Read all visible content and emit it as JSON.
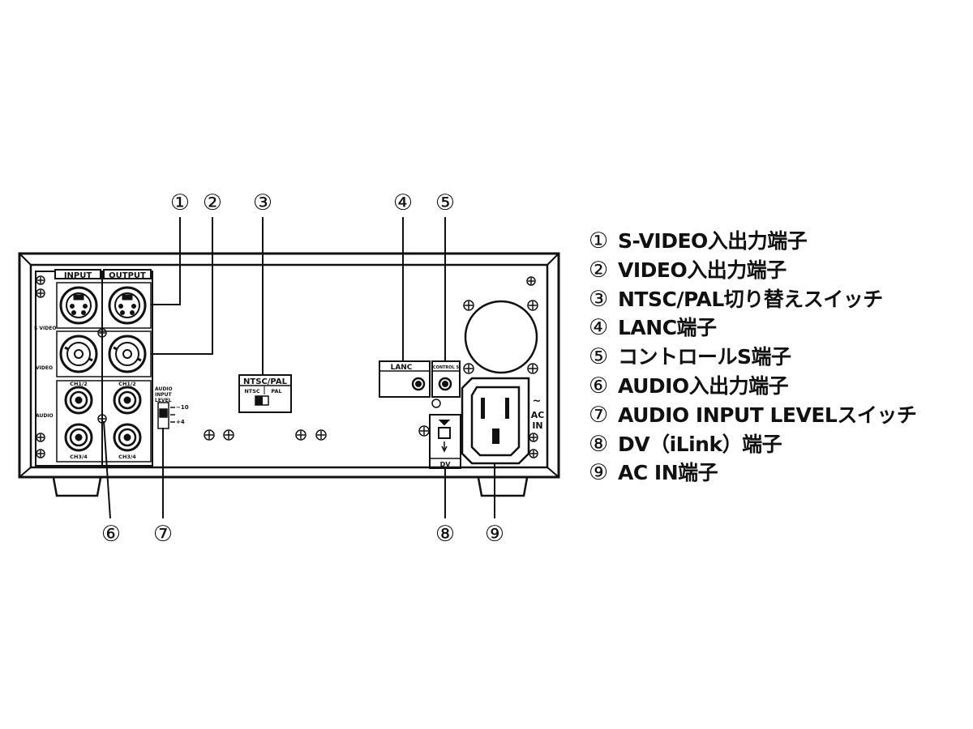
{
  "callouts": [
    "①",
    "②",
    "③",
    "④",
    "⑤",
    "⑥",
    "⑦",
    "⑧",
    "⑨"
  ],
  "legend": [
    {
      "num": "①",
      "text": "S-VIDEO入出力端子"
    },
    {
      "num": "②",
      "text": "VIDEO入出力端子"
    },
    {
      "num": "③",
      "text": "NTSC/PAL切り替えスイッチ"
    },
    {
      "num": "④",
      "text": "LANC端子"
    },
    {
      "num": "⑤",
      "text": "コントロールS端子"
    },
    {
      "num": "⑥",
      "text": "AUDIO入出力端子"
    },
    {
      "num": "⑦",
      "text": "AUDIO INPUT LEVELスイッチ"
    },
    {
      "num": "⑧",
      "text": "DV（iLink）端子"
    },
    {
      "num": "⑨",
      "text": "AC IN端子"
    }
  ],
  "panel": {
    "input": "INPUT",
    "output": "OUTPUT",
    "s_video": "S VIDEO",
    "video": "VIDEO",
    "audio": "AUDIO",
    "ch12_in": "CH1/2",
    "ch12_out": "CH1/2",
    "ch34_in": "CH3/4",
    "ch34_out": "CH3/4",
    "audio_level_1": "AUDIO",
    "audio_level_2": "INPUT",
    "audio_level_3": "LEVEL",
    "level_minus10": "−10",
    "level_4": "+4",
    "ntsc_pal": "NTSC/PAL",
    "ntsc": "NTSC",
    "pal": "PAL",
    "lanc": "LANC",
    "control_s": "CONTROL S",
    "dv": "DV",
    "ac_tilde": "~",
    "ac": "AC",
    "in": "IN"
  }
}
